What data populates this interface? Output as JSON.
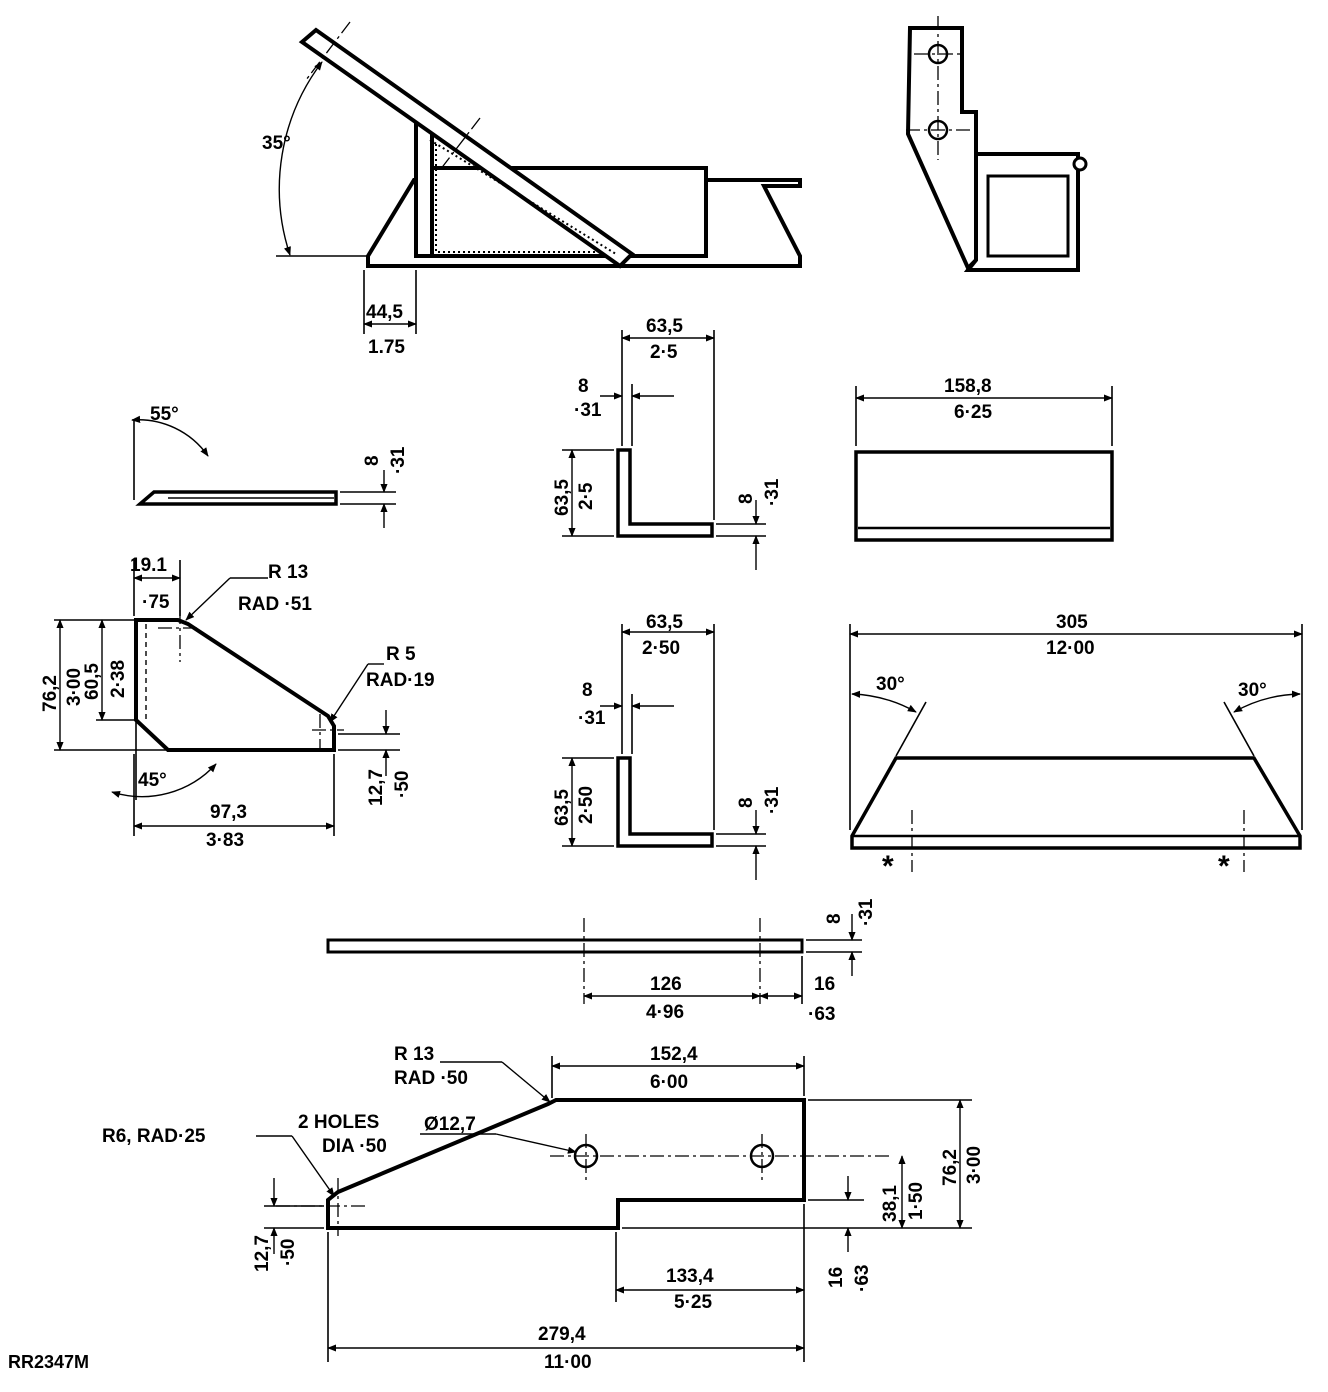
{
  "figure_ref": "RR2347M",
  "ramp_assembly": {
    "angle": "35°",
    "dim_mm": "44,5",
    "dim_in": "1.75"
  },
  "angle_plate": {
    "angle": "55°",
    "thick_mm": "8",
    "thick_in": "·31"
  },
  "gusset": {
    "top_mm": "19.1",
    "top_in": "·75",
    "radius_top_mm": "R 13",
    "radius_top_in": "RAD ·51",
    "radius_tip_mm": "R 5",
    "radius_tip_in": "RAD·19",
    "height_total_mm": "76,2",
    "height_total_in": "3·00",
    "height_side_mm": "60,5",
    "height_side_in": "2·38",
    "tip_mm": "12,7",
    "tip_in": "·50",
    "angle": "45°",
    "length_mm": "97,3",
    "length_in": "3·83"
  },
  "angle_upper": {
    "width_mm": "63,5",
    "width_in": "2·5",
    "thick_top_mm": "8",
    "thick_top_in": "·31",
    "height_mm": "63,5",
    "height_in": "2·5",
    "thick_mm": "8",
    "thick_in": "·31"
  },
  "angle_lower": {
    "width_mm": "63,5",
    "width_in": "2·50",
    "thick_top_mm": "8",
    "thick_top_in": "·31",
    "height_mm": "63,5",
    "height_in": "2·50",
    "thick_mm": "8",
    "thick_in": "·31"
  },
  "plate_rect": {
    "width_mm": "158,8",
    "width_in": "6·25"
  },
  "trapezoid_plate": {
    "width_mm": "305",
    "width_in": "12·00",
    "angle_left": "30°",
    "angle_right": "30°",
    "mark": "*"
  },
  "flat_bar": {
    "thick_mm": "8",
    "thick_in": "·31",
    "hole_pitch_mm": "126",
    "hole_pitch_in": "4·96",
    "end_mm": "16",
    "end_in": "·63"
  },
  "mounting_plate": {
    "radius_top_mm": "R 13",
    "radius_top_in": "RAD ·50",
    "radius_low": "R6, RAD·25",
    "holes_label": "2 HOLES",
    "holes_dia_in": "DIA ·50",
    "holes_dia_mm": "Ø12,7",
    "top_mm": "152,4",
    "top_in": "6·00",
    "height_mm": "76,2",
    "height_in": "3·00",
    "hole_height_mm": "38,1",
    "hole_height_in": "1·50",
    "step_mm": "16",
    "step_in": "·63",
    "left_mm": "12,7",
    "left_in": "·50",
    "bottom_mm": "133,4",
    "bottom_in": "5·25",
    "length_mm": "279,4",
    "length_in": "11·00"
  }
}
